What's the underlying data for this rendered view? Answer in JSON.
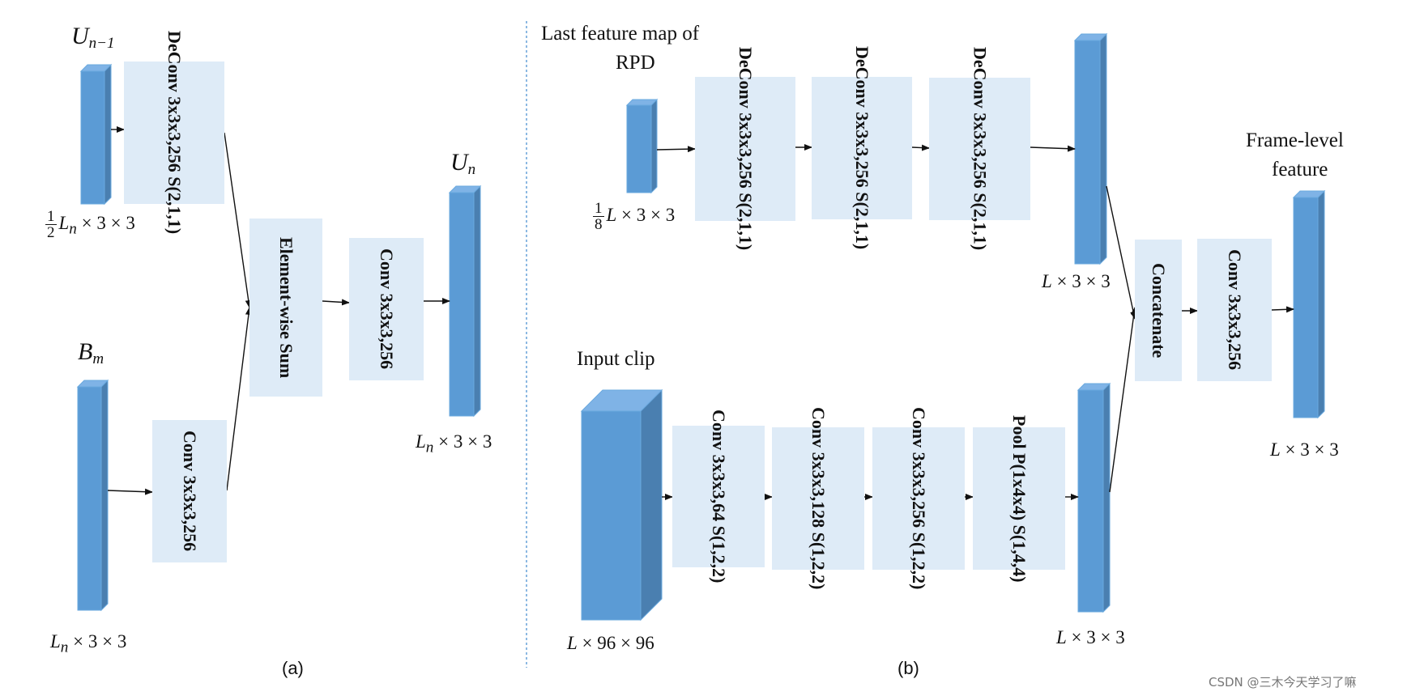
{
  "panel_a": {
    "label": "(a)",
    "u_prev": {
      "base": "U",
      "sub": "n−1"
    },
    "u_prev_dims": {
      "num": "1",
      "den": "2",
      "expr": "L",
      "sub": "n",
      "rest": " × 3 × 3"
    },
    "b_m": {
      "base": "B",
      "sub": "m"
    },
    "b_m_dims": {
      "expr": "L",
      "sub": "n",
      "rest": " × 3 × 3"
    },
    "u_n": {
      "base": "U",
      "sub": "n"
    },
    "u_n_dims": {
      "expr": "L",
      "sub": "n",
      "rest": " × 3 × 3"
    },
    "deconv": "DeConv\n3x3x3,256\nS(2,1,1)",
    "conv_b": "Conv\n3x3x3,256",
    "sum": "Element-wise\nSum",
    "conv_out": "Conv\n3x3x3,256"
  },
  "panel_b": {
    "label": "(b)",
    "rpd_title_line1": "Last feature map of",
    "rpd_title_line2": "RPD",
    "rpd_dims": {
      "num": "1",
      "den": "8",
      "expr": "L",
      "rest": " × 3 × 3"
    },
    "deconv1": "DeConv\n3x3x3,256\nS(2,1,1)",
    "deconv2": "DeConv\n3x3x3,256\nS(2,1,1)",
    "deconv3": "DeConv\n3x3x3,256\nS(2,1,1)",
    "top_out_dims": {
      "expr": "L",
      "rest": " × 3 × 3"
    },
    "input_title": "Input clip",
    "input_dims": {
      "expr": "L",
      "rest": " × 96 × 96"
    },
    "conv1": "Conv\n3x3x3,64\nS(1,2,2)",
    "conv2": "Conv\n3x3x3,128\nS(1,2,2)",
    "conv3": "Conv\n3x3x3,256\nS(1,2,2)",
    "pool": "Pool\nP(1x4x4)\nS(1,4,4)",
    "bottom_out_dims": {
      "expr": "L",
      "rest": " × 3 × 3"
    },
    "concat": "Concatenate",
    "conv_final": "Conv\n3x3x3,256",
    "frame_title_line1": "Frame-level",
    "frame_title_line2": "feature",
    "frame_dims": {
      "expr": "L",
      "rest": " × 3 × 3"
    }
  },
  "colors": {
    "block_front": "#5b9bd5",
    "block_side": "#4a7fb0",
    "block_top": "#7fb3e6",
    "op_fill": "#deebf7",
    "divider": "#5b9bd5"
  },
  "watermark": "CSDN @三木今天学习了嘛"
}
